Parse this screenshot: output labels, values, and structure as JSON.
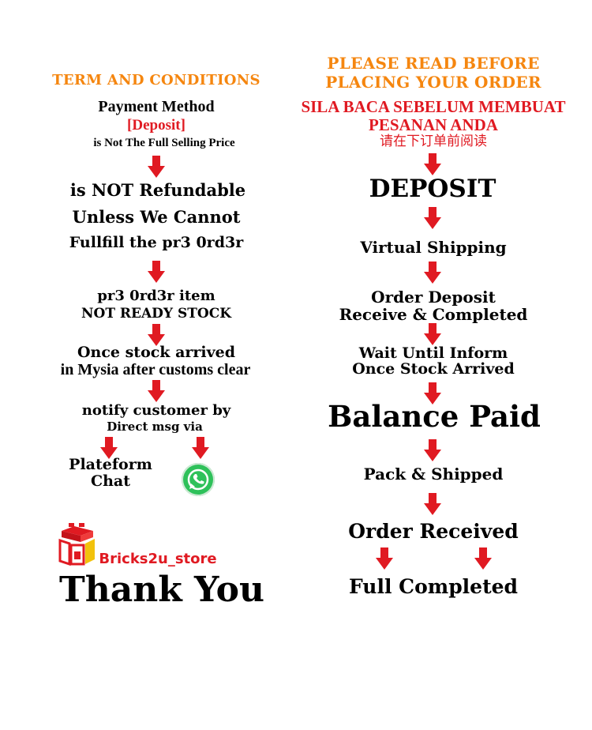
{
  "left": {
    "heading": "TERM AND CONDITIONS",
    "payment_method": "Payment Method",
    "deposit_bracket": "[Deposit]",
    "not_full_price": "is Not The Full Selling Price",
    "refund_line1": "is NOT Refundable",
    "refund_line2": "Unless We Cannot",
    "refund_line3": "Fullfill the pr3 0rd3r",
    "item_line1": "pr3 0rd3r item",
    "item_line2": "NOT READY STOCK",
    "stock_line1": "Once stock arrived",
    "stock_line2": "in Mysia after customs clear",
    "notify_line1": "notify customer by",
    "notify_line2": "Direct msg via",
    "platform_line1": "Plateform",
    "platform_line2": "Chat",
    "whatsapp_icon": "whatsapp-icon",
    "store_name": "Bricks2u_store",
    "thank_you": "Thank You"
  },
  "right": {
    "heading_line1": "PLEASE READ BEFORE",
    "heading_line2": "PLACING YOUR ORDER",
    "malay_line1": "SILA BACA SEBELUM MEMBUAT",
    "malay_line2": "PESANAN ANDA",
    "chinese": "请在下订单前阅读",
    "step_deposit": "DEPOSIT",
    "step_virtual": "Virtual Shipping",
    "step_order_line1": "Order Deposit",
    "step_order_line2": "Receive & Completed",
    "step_wait_line1": "Wait Until Inform",
    "step_wait_line2": "Once Stock Arrived",
    "step_balance": "Balance Paid",
    "step_pack": "Pack & Shipped",
    "step_received": "Order Received",
    "step_full": "Full Completed"
  },
  "colors": {
    "orange": "#f5860f",
    "red": "#e01a22",
    "whatsapp_green": "#2ec15a"
  }
}
